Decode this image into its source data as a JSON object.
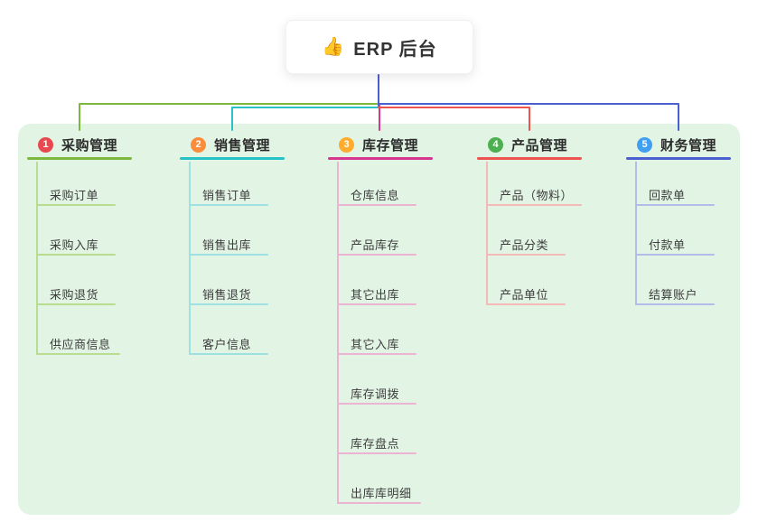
{
  "root": {
    "icon_glyph": "👍",
    "title": "ERP 后台"
  },
  "colors": {
    "canvas_bg": "#e2f4e4",
    "root_line": "#4a5fd0"
  },
  "branches": [
    {
      "num": "1",
      "title": "采购管理",
      "color": "#7cb83d",
      "badge_color": "#e8484f",
      "light_color": "#b9dd90",
      "children": [
        "采购订单",
        "采购入库",
        "采购退货",
        "供应商信息"
      ]
    },
    {
      "num": "2",
      "title": "销售管理",
      "color": "#27c2c6",
      "badge_color": "#fb8c3c",
      "light_color": "#9fe1e2",
      "children": [
        "销售订单",
        "销售出库",
        "销售退货",
        "客户信息"
      ]
    },
    {
      "num": "3",
      "title": "库存管理",
      "color": "#d6368f",
      "badge_color": "#ffab2e",
      "light_color": "#eab4d2",
      "children": [
        "仓库信息",
        "产品库存",
        "其它出库",
        "其它入库",
        "库存调拨",
        "库存盘点",
        "出库库明细"
      ]
    },
    {
      "num": "4",
      "title": "产品管理",
      "color": "#ef5350",
      "badge_color": "#4caf50",
      "light_color": "#f4bab8",
      "children": [
        "产品（物料）",
        "产品分类",
        "产品单位"
      ]
    },
    {
      "num": "5",
      "title": "财务管理",
      "color": "#4a5fd0",
      "badge_color": "#409ff0",
      "light_color": "#b3bce9",
      "children": [
        "回款单",
        "付款单",
        "结算账户"
      ]
    }
  ]
}
